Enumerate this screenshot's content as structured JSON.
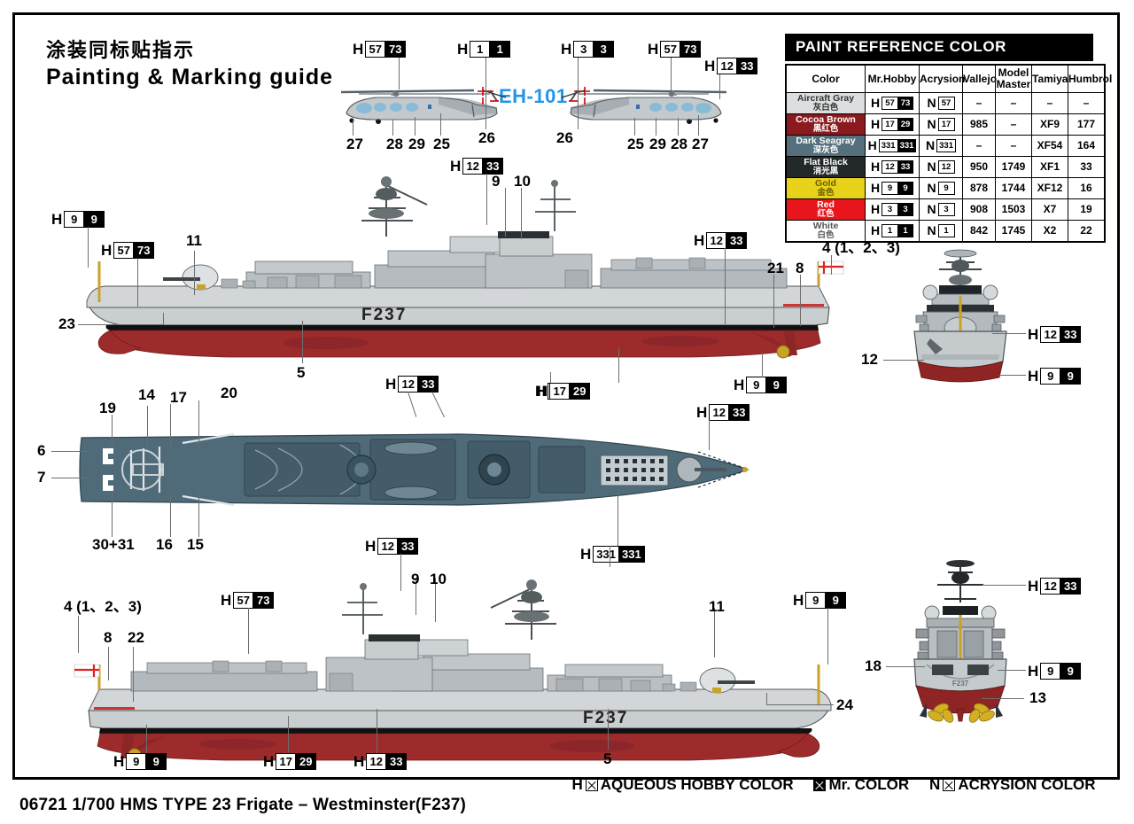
{
  "title": {
    "chinese": "涂装同标贴指示",
    "english": "Painting  &  Marking  guide"
  },
  "footer": {
    "text": "06721   1/700 HMS TYPE 23 Frigate – Westminster(F237)"
  },
  "paint_reference": {
    "title": "PAINT  REFERENCE COLOR",
    "columns": [
      "Color",
      "Mr.Hobby",
      "Acrysion",
      "Vallejo",
      "Model Master",
      "Tamiya",
      "Humbrol"
    ],
    "rows": [
      {
        "name": "Aircraft Gray",
        "name_cn": "灰白色",
        "swatch": "#dcdfe0",
        "text": "#333333",
        "hobby_w": "57",
        "hobby_b": "73",
        "acrysion": "57",
        "vallejo": "–",
        "model_master": "–",
        "tamiya": "–",
        "humbrol": "–"
      },
      {
        "name": "Cocoa Brown",
        "name_cn": "黑红色",
        "swatch": "#8b1a1f",
        "text": "#ffffff",
        "hobby_w": "17",
        "hobby_b": "29",
        "acrysion": "17",
        "vallejo": "985",
        "model_master": "–",
        "tamiya": "XF9",
        "humbrol": "177"
      },
      {
        "name": "Dark Seagray",
        "name_cn": "深灰色",
        "swatch": "#55707c",
        "text": "#ffffff",
        "hobby_w": "331",
        "hobby_b": "331",
        "acrysion": "331",
        "vallejo": "–",
        "model_master": "–",
        "tamiya": "XF54",
        "humbrol": "164"
      },
      {
        "name": "Flat Black",
        "name_cn": "消光黑",
        "swatch": "#23282b",
        "text": "#ffffff",
        "hobby_w": "12",
        "hobby_b": "33",
        "acrysion": "12",
        "vallejo": "950",
        "model_master": "1749",
        "tamiya": "XF1",
        "humbrol": "33"
      },
      {
        "name": "Gold",
        "name_cn": "金色",
        "swatch": "#e8d21a",
        "text": "#6b5e00",
        "hobby_w": "9",
        "hobby_b": "9",
        "acrysion": "9",
        "vallejo": "878",
        "model_master": "1744",
        "tamiya": "XF12",
        "humbrol": "16"
      },
      {
        "name": "Red",
        "name_cn": "红色",
        "swatch": "#e8161c",
        "text": "#ffffff",
        "hobby_w": "3",
        "hobby_b": "3",
        "acrysion": "3",
        "vallejo": "908",
        "model_master": "1503",
        "tamiya": "X7",
        "humbrol": "19"
      },
      {
        "name": "White",
        "name_cn": "白色",
        "swatch": "#ffffff",
        "text": "#555555",
        "hobby_w": "1",
        "hobby_b": "1",
        "acrysion": "1",
        "vallejo": "842",
        "model_master": "1745",
        "tamiya": "X2",
        "humbrol": "22"
      }
    ]
  },
  "legend": {
    "aqueous": "AQUEOUS HOBBY COLOR",
    "aqueous_prefix": "H",
    "mr_color": "Mr. COLOR",
    "acrysion": "ACRYSION COLOR",
    "acrysion_prefix": "N"
  },
  "helicopter": {
    "label": "EH-101",
    "label_color": "#2196e8",
    "left": {
      "chips": [
        {
          "prefix": "H",
          "w": "57",
          "b": "73"
        },
        {
          "prefix": "H",
          "w": "1",
          "b": "1"
        }
      ],
      "numbers": [
        "27",
        "28",
        "29",
        "25",
        "26"
      ]
    },
    "right": {
      "chips": [
        {
          "prefix": "H",
          "w": "3",
          "b": "3"
        },
        {
          "prefix": "H",
          "w": "57",
          "b": "73"
        },
        {
          "prefix": "H",
          "w": "12",
          "b": "33"
        }
      ],
      "numbers": [
        "26",
        "25",
        "29",
        "28",
        "27"
      ]
    }
  },
  "ship_top_profile": {
    "hull_number": "F237",
    "chips": [
      {
        "prefix": "H",
        "w": "9",
        "b": "9"
      },
      {
        "prefix": "H",
        "w": "57",
        "b": "73"
      },
      {
        "prefix": "H",
        "w": "12",
        "b": "33"
      },
      {
        "prefix": "H",
        "w": "12",
        "b": "33"
      },
      {
        "prefix": "H",
        "w": "17",
        "b": "29"
      },
      {
        "prefix": "H",
        "w": "9",
        "b": "9"
      }
    ],
    "numbers": [
      "11",
      "23",
      "9",
      "10",
      "5",
      "21",
      "8",
      "4 (1、2、3)"
    ]
  },
  "ship_plan_view": {
    "chips": [
      {
        "prefix": "H",
        "w": "12",
        "b": "33"
      },
      {
        "prefix": "H",
        "w": "17",
        "b": "29"
      },
      {
        "prefix": "H",
        "w": "12",
        "b": "33"
      },
      {
        "prefix": "H",
        "w": "12",
        "b": "33"
      },
      {
        "prefix": "H",
        "w": "331",
        "b": "331"
      }
    ],
    "numbers_top": [
      "19",
      "14",
      "17",
      "20"
    ],
    "numbers_bottom": [
      "30+31",
      "16",
      "15"
    ],
    "numbers_left": [
      "6",
      "7"
    ]
  },
  "ship_bottom_profile": {
    "hull_number": "F237",
    "chips": [
      {
        "prefix": "H",
        "w": "57",
        "b": "73"
      },
      {
        "prefix": "H",
        "w": "12",
        "b": "33"
      },
      {
        "prefix": "H",
        "w": "331",
        "b": "331"
      },
      {
        "prefix": "H",
        "w": "9",
        "b": "9"
      },
      {
        "prefix": "H",
        "w": "9",
        "b": "9"
      },
      {
        "prefix": "H",
        "w": "17",
        "b": "29"
      },
      {
        "prefix": "H",
        "w": "12",
        "b": "33"
      }
    ],
    "numbers": [
      "4 (1、2、3)",
      "8",
      "22",
      "9",
      "10",
      "11",
      "24",
      "5"
    ]
  },
  "bow_view": {
    "chips": [
      {
        "prefix": "H",
        "w": "12",
        "b": "33"
      },
      {
        "prefix": "H",
        "w": "9",
        "b": "9"
      }
    ],
    "numbers": [
      "12"
    ]
  },
  "stern_view": {
    "chips": [
      {
        "prefix": "H",
        "w": "12",
        "b": "33"
      },
      {
        "prefix": "H",
        "w": "9",
        "b": "9"
      }
    ],
    "numbers": [
      "18",
      "13"
    ]
  },
  "palette": {
    "hull_gray": "#c9ced1",
    "hull_red": "#9e2b2b",
    "deck_blue": "#4f6a78",
    "black": "#000000",
    "gold": "#c9a227",
    "superstructure": "#b9bfc3"
  }
}
